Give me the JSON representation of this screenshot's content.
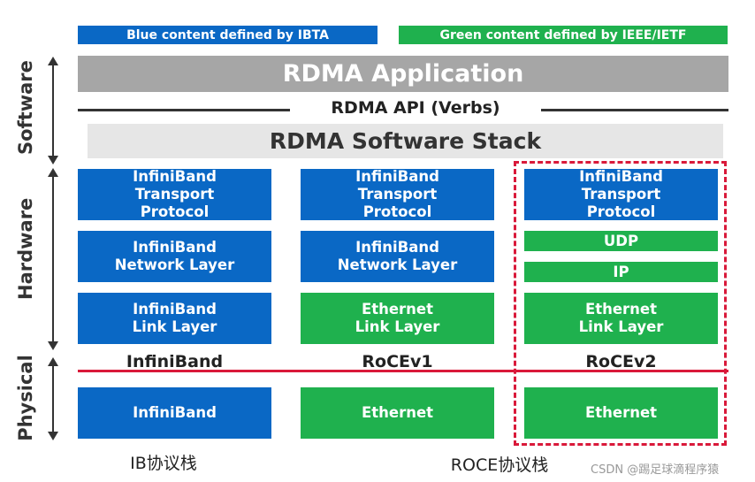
{
  "legend": {
    "blue": "Blue content defined by IBTA",
    "green": "Green content defined by IEEE/IETF"
  },
  "layers": {
    "application": "RDMA Application",
    "api": "RDMA API (Verbs)",
    "stack": "RDMA Software Stack"
  },
  "side_labels": {
    "software": "Software",
    "hardware": "Hardware",
    "physical": "Physical"
  },
  "columns": {
    "ib": {
      "transport": "InfiniBand\nTransport\nProtocol",
      "network": "InfiniBand\nNetwork Layer",
      "link": "InfiniBand\nLink Layer",
      "name": "InfiniBand",
      "physical": "InfiniBand"
    },
    "rocev1": {
      "transport": "InfiniBand\nTransport\nProtocol",
      "network": "InfiniBand\nNetwork Layer",
      "link": "Ethernet\nLink Layer",
      "name": "RoCEv1",
      "physical": "Ethernet"
    },
    "rocev2": {
      "transport": "InfiniBand\nTransport\nProtocol",
      "udp": "UDP",
      "ip": "IP",
      "link": "Ethernet\nLink Layer",
      "name": "RoCEv2",
      "physical": "Ethernet"
    }
  },
  "captions": {
    "ib": "IB协议栈",
    "roce": "ROCE协议栈"
  },
  "credit": "CSDN @踢足球滴程序猿",
  "colors": {
    "ibta_blue": "#0a68c5",
    "ieee_green": "#1fb14e",
    "highlight_red": "#d9193a",
    "app_gray": "#a6a6a6",
    "stack_gray": "#e6e6e6"
  }
}
